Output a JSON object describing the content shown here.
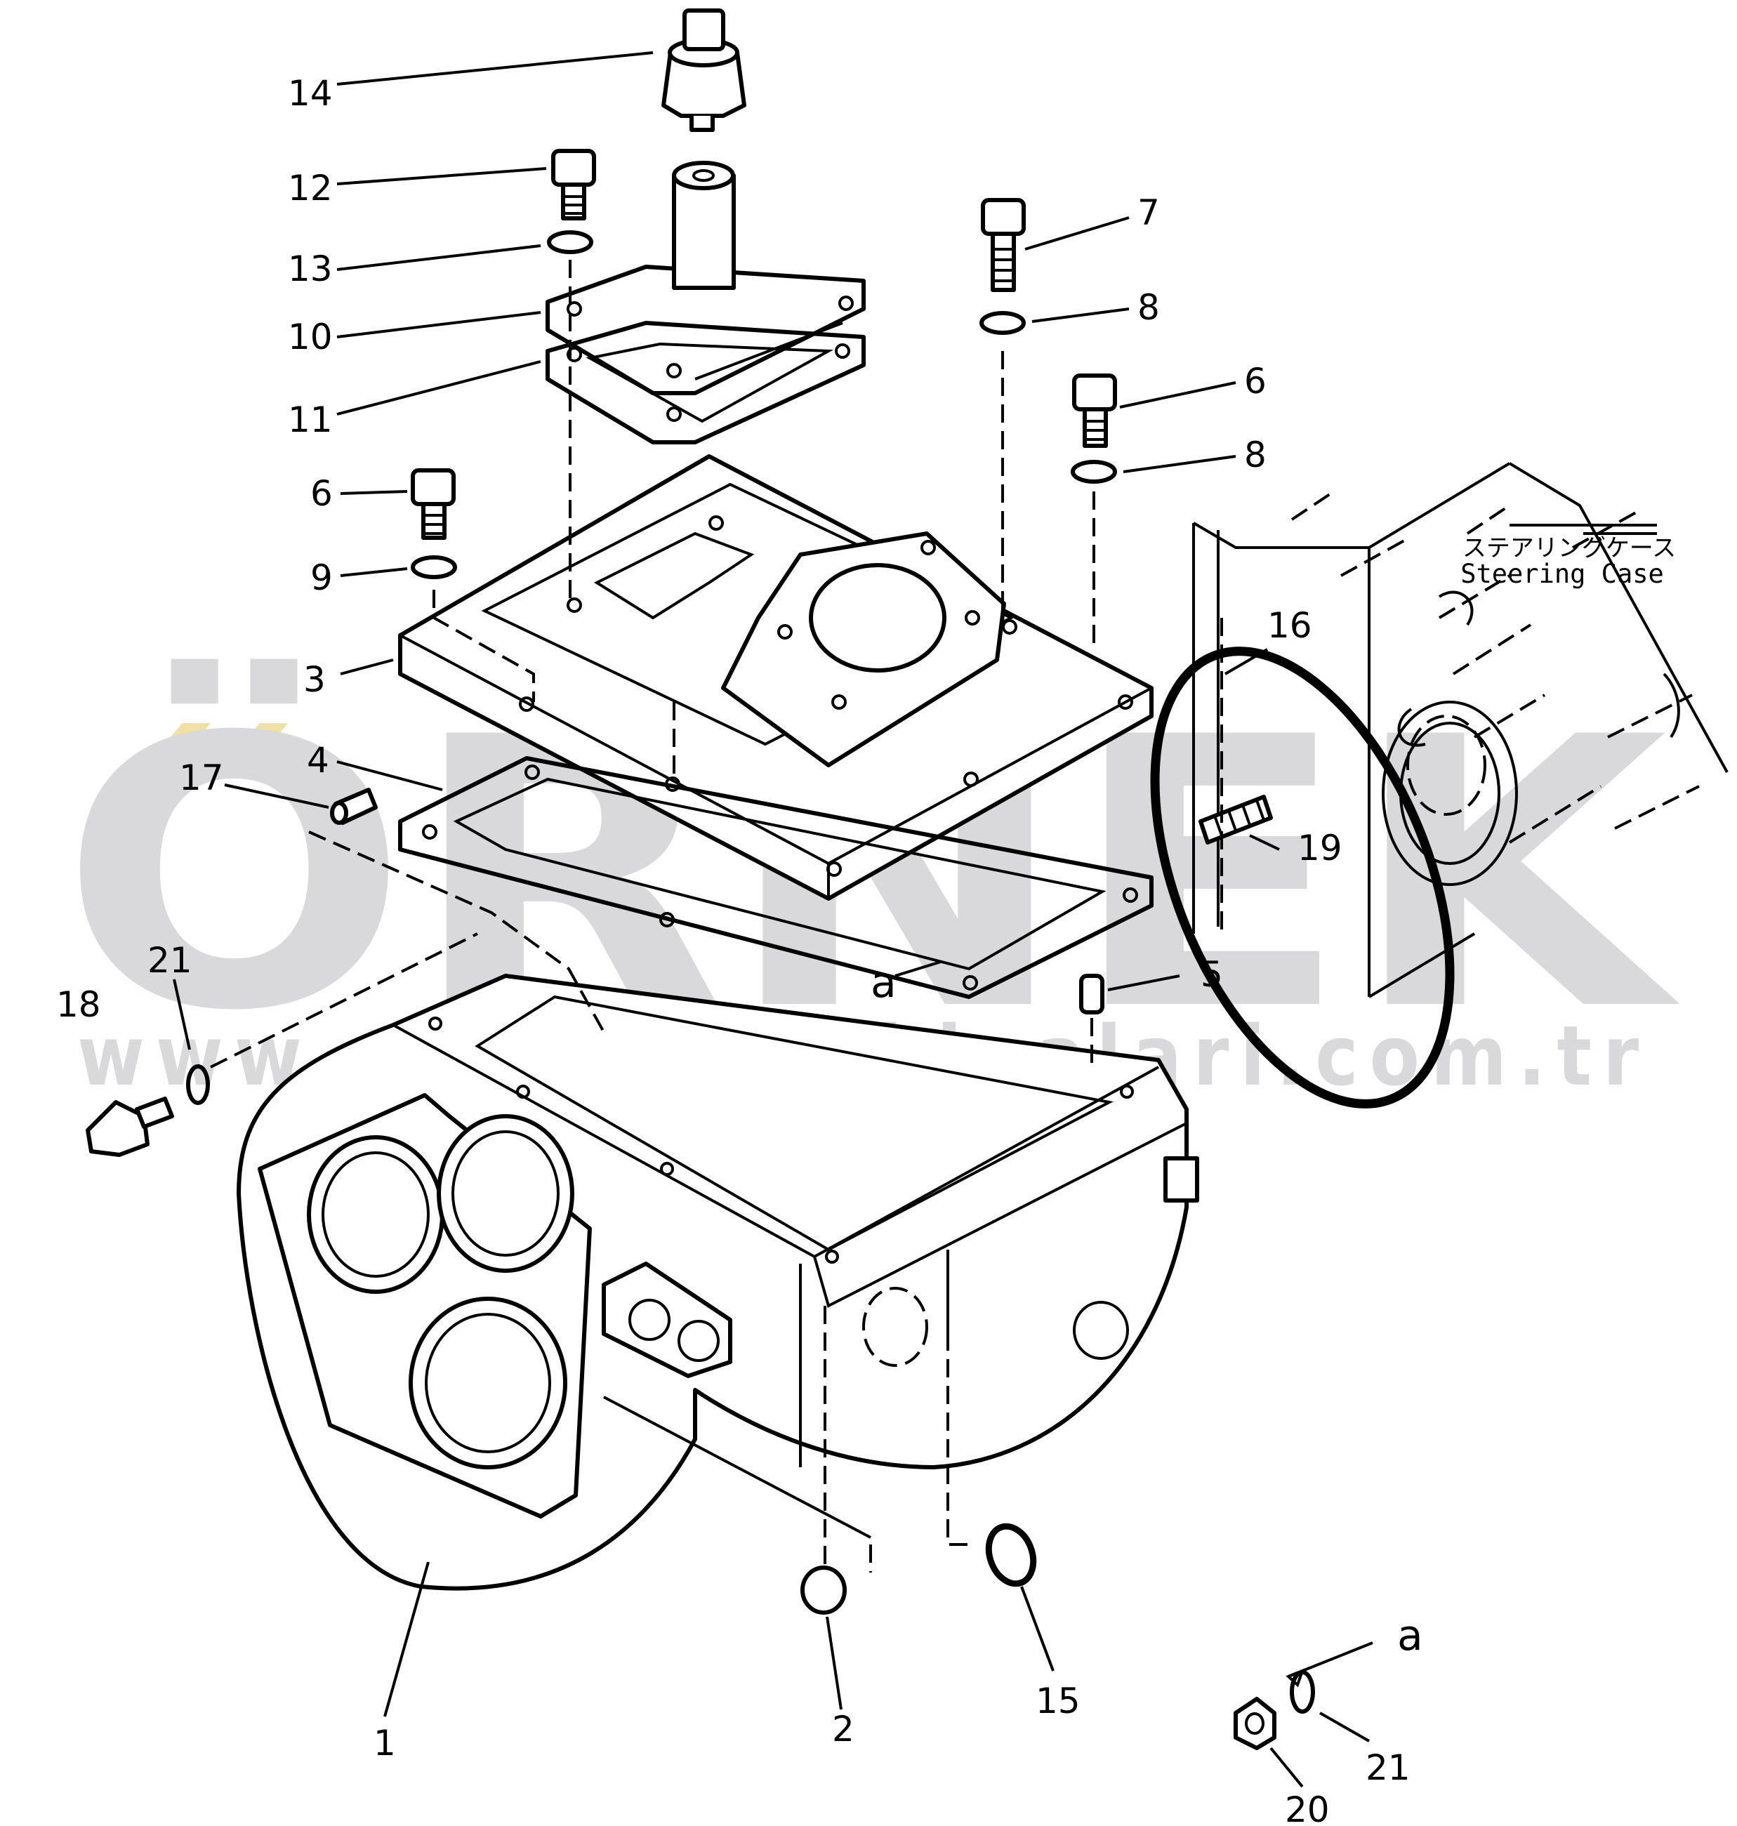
{
  "watermark": {
    "brand": "ÖRNEK",
    "url": "www.ornekismakinalari.com.tr"
  },
  "steering_case_note": {
    "japanese": "ステアリングケース",
    "english": "Steering  Case"
  },
  "detail_marker": "a",
  "callouts": [
    {
      "id": "c14",
      "text": "14"
    },
    {
      "id": "c12",
      "text": "12"
    },
    {
      "id": "c13",
      "text": "13"
    },
    {
      "id": "c10",
      "text": "10"
    },
    {
      "id": "c11",
      "text": "11"
    },
    {
      "id": "c7",
      "text": "7"
    },
    {
      "id": "c8a",
      "text": "8"
    },
    {
      "id": "c6a",
      "text": "6"
    },
    {
      "id": "c8b",
      "text": "8"
    },
    {
      "id": "c6b",
      "text": "6"
    },
    {
      "id": "c9",
      "text": "9"
    },
    {
      "id": "c3",
      "text": "3"
    },
    {
      "id": "c16",
      "text": "16"
    },
    {
      "id": "c4",
      "text": "4"
    },
    {
      "id": "c17",
      "text": "17"
    },
    {
      "id": "c19",
      "text": "19"
    },
    {
      "id": "c21a",
      "text": "21"
    },
    {
      "id": "c5",
      "text": "5"
    },
    {
      "id": "c18",
      "text": "18"
    },
    {
      "id": "c1",
      "text": "1"
    },
    {
      "id": "c2",
      "text": "2"
    },
    {
      "id": "c15",
      "text": "15"
    },
    {
      "id": "c21b",
      "text": "21"
    },
    {
      "id": "c20",
      "text": "20"
    }
  ]
}
